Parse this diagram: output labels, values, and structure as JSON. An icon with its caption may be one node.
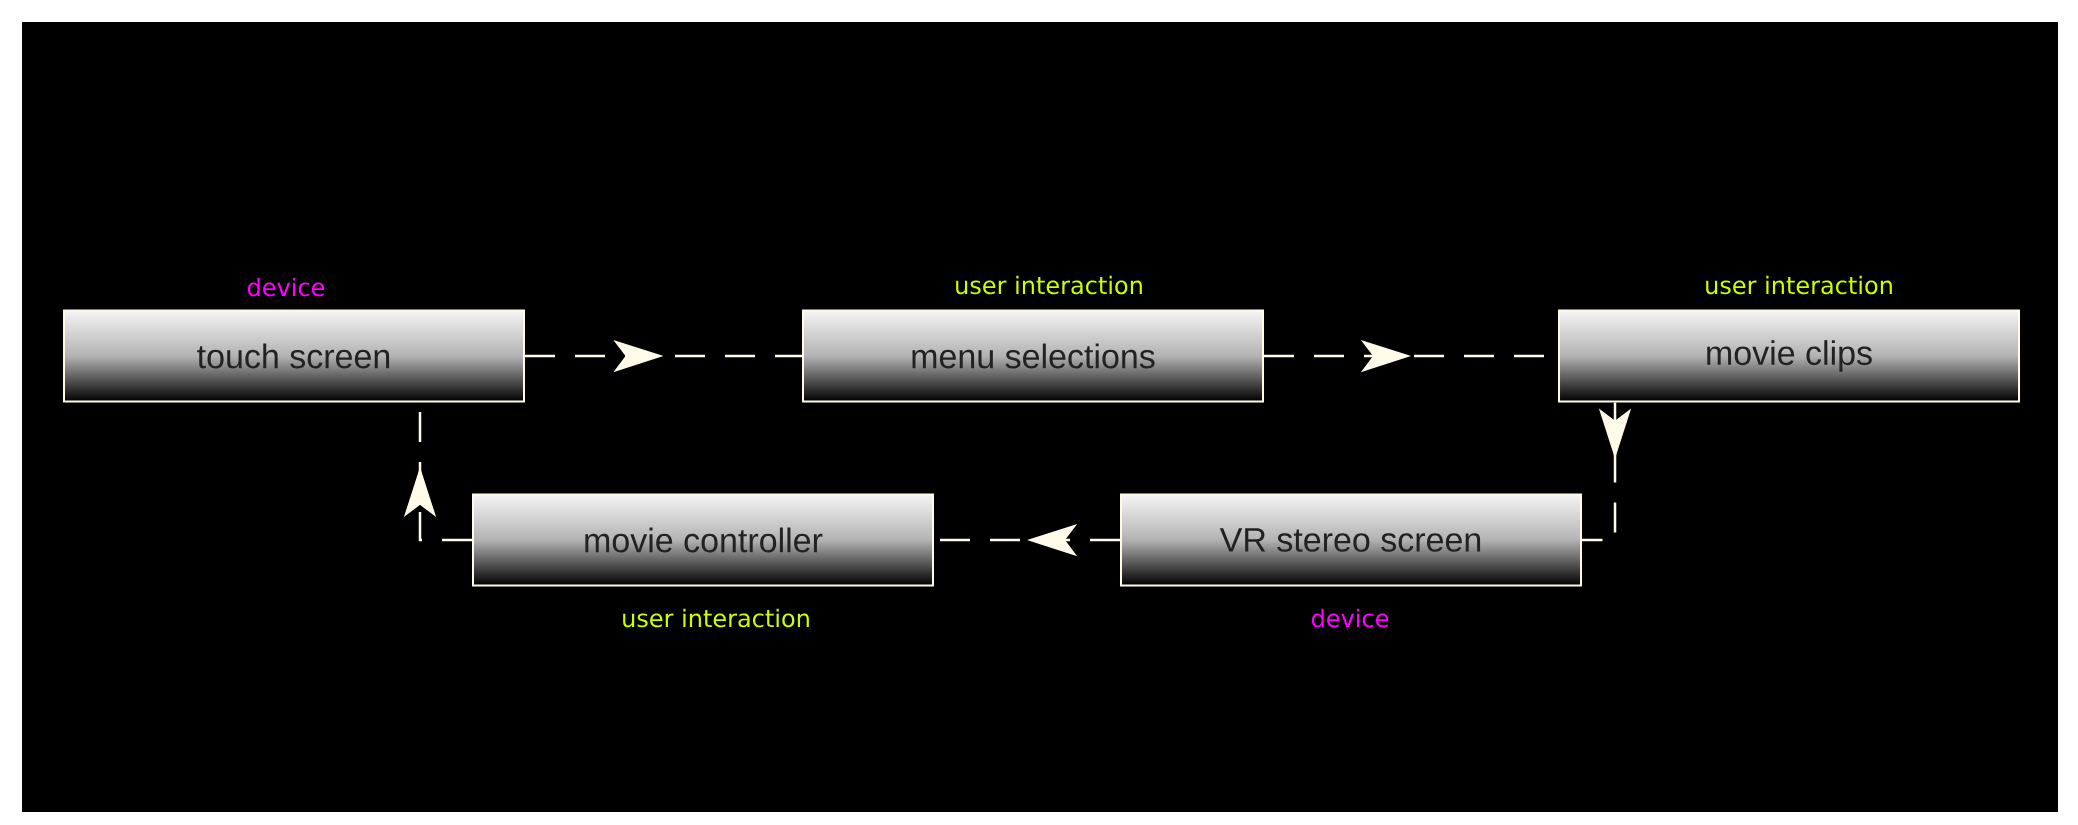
{
  "diagram": {
    "nodes": [
      {
        "text": [
          "touch screen"
        ],
        "beside": [
          "device"
        ]
      },
      {
        "text": [
          "menu selections"
        ],
        "beside": [
          "user interaction"
        ]
      },
      {
        "text": [
          "movie clips"
        ],
        "beside": [
          "user interaction"
        ]
      },
      {
        "text": [
          "VR stereo screen"
        ],
        "beside": [
          "device"
        ]
      },
      {
        "text": [
          "movie controller"
        ],
        "beside": [
          "user interaction"
        ]
      }
    ],
    "edges": [
      {
        "from": 0,
        "to": 1,
        "arrow": "to"
      },
      {
        "from": 1,
        "to": 2,
        "arrow": "to"
      },
      {
        "from": 2,
        "to": 3,
        "arrow": "to"
      },
      {
        "from": 3,
        "to": 4,
        "arrow": "to"
      },
      {
        "from": 4,
        "to": 0,
        "arrow": "to"
      }
    ]
  }
}
